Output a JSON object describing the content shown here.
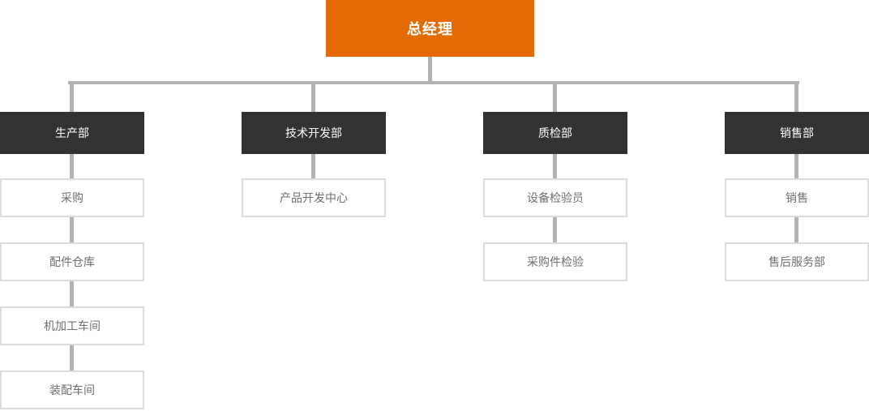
{
  "org_chart": {
    "root": {
      "label": "总经理"
    },
    "departments": [
      {
        "label": "生产部",
        "children": [
          {
            "label": "采购"
          },
          {
            "label": "配件仓库"
          },
          {
            "label": "机加工车间"
          },
          {
            "label": "装配车间"
          }
        ]
      },
      {
        "label": "技术开发部",
        "children": [
          {
            "label": "产品开发中心"
          }
        ]
      },
      {
        "label": "质检部",
        "children": [
          {
            "label": "设备检验员"
          },
          {
            "label": "采购件检验"
          }
        ]
      },
      {
        "label": "销售部",
        "children": [
          {
            "label": "销售"
          },
          {
            "label": "售后服务部"
          }
        ]
      }
    ],
    "colors": {
      "root_background": "#e36c09",
      "department_background": "#333333",
      "connector": "#b3b3b3",
      "child_border": "#dcdcdc",
      "child_text": "#6e6e6e",
      "node_text_light": "#ffffff"
    }
  }
}
